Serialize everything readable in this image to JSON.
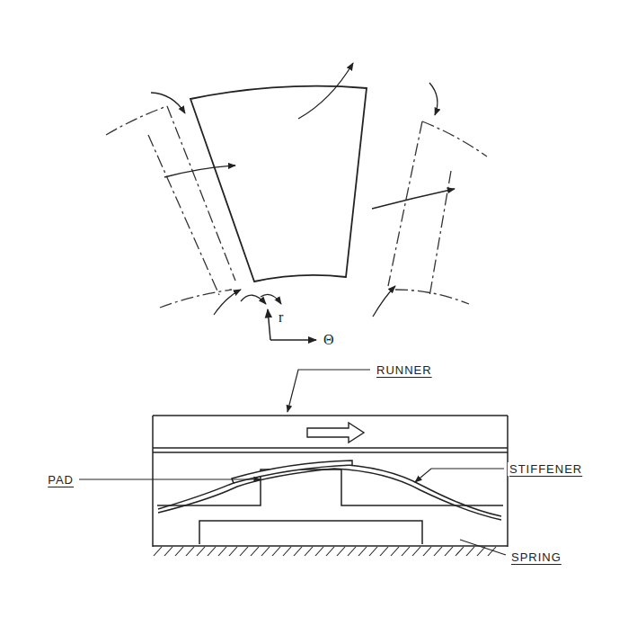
{
  "diagram": {
    "labels": [
      "r",
      "Θ",
      "RUNNER",
      "PAD",
      "STIFFENER",
      "SPRING"
    ]
  }
}
